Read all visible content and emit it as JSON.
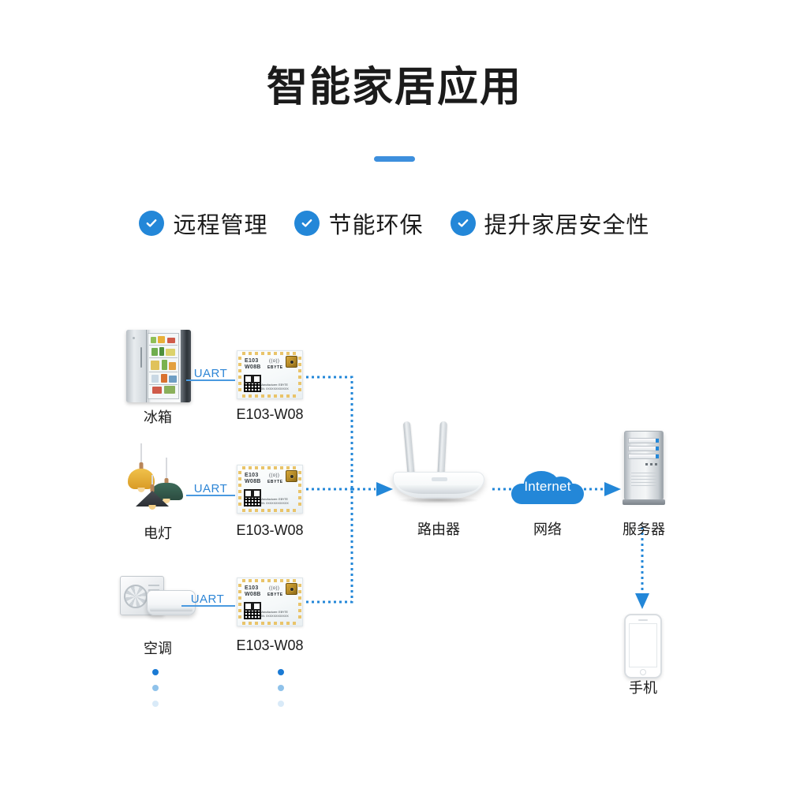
{
  "header": {
    "title": "智能家居应用",
    "accent_color": "#3d8fdd"
  },
  "features": [
    {
      "icon": "check-circle-icon",
      "label": "远程管理"
    },
    {
      "icon": "check-circle-icon",
      "label": "节能环保"
    },
    {
      "icon": "check-circle-icon",
      "label": "提升家居安全性"
    }
  ],
  "diagram": {
    "link_color": "#2387d8",
    "bus_color": "#2e86d6",
    "devices": [
      {
        "icon": "refrigerator-icon",
        "caption": "冰箱",
        "bus_label": "UART",
        "module_caption": "E103-W08"
      },
      {
        "icon": "pendant-lamp-icon",
        "caption": "电灯",
        "bus_label": "UART",
        "module_caption": "E103-W08"
      },
      {
        "icon": "air-conditioner-icon",
        "caption": "空调",
        "bus_label": "UART",
        "module_caption": "E103-W08"
      }
    ],
    "module_board": {
      "part_line1": "E103",
      "part_line2": "W08B",
      "brand": "EBYTE",
      "wifi_mark": "((o))",
      "manufacturer_text": "Manufacturer: EBYTE",
      "sn_text": "SN: XXXXXXXXXXXX",
      "connector": "ipex-antenna-connector"
    },
    "nodes": {
      "router": {
        "icon": "wifi-router-icon",
        "caption": "路由器"
      },
      "internet": {
        "icon": "cloud-icon",
        "badge_text": "Internet",
        "caption": "网络"
      },
      "server": {
        "icon": "server-tower-icon",
        "caption": "服务器"
      },
      "phone": {
        "icon": "smartphone-icon",
        "caption": "手机"
      }
    },
    "more_indicator": "three-fading-dots"
  }
}
